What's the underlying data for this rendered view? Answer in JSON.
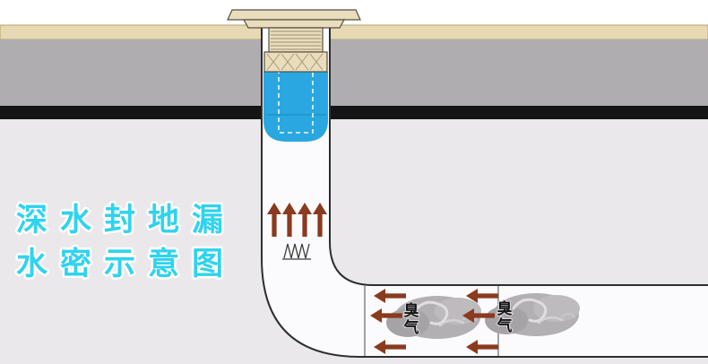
{
  "title": {
    "line1": "深水封地漏",
    "line2": "水密示意图"
  },
  "odor_label": {
    "top": "臭",
    "bottom": "气"
  },
  "colors": {
    "background": "#ebe8ec",
    "top_space": "#ffffff",
    "ceiling_band": "#e6d9b3",
    "slab_band": "#b0adb0",
    "floor_band": "#151515",
    "pipe_fill": "#fbfafc",
    "pipe_outline": "#2e2e2e",
    "water": "#2aa7e0",
    "drain_metal": "#e9ddbd",
    "arrow": "#8a3a1e",
    "smoke": "#b3b0b4",
    "title_fill": "#2fd3ef"
  }
}
